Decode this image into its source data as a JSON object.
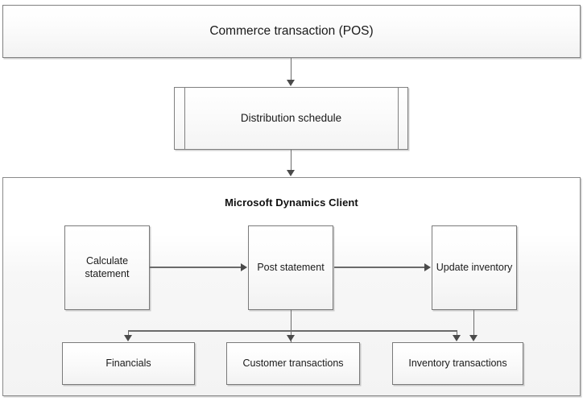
{
  "diagram": {
    "title_node": {
      "label": "Commerce transaction (POS)"
    },
    "schedule_node": {
      "label": "Distribution schedule"
    },
    "client_container": {
      "title": "Microsoft Dynamics Client",
      "process_nodes": [
        {
          "id": "calculate-statement",
          "label": "Calculate statement"
        },
        {
          "id": "post-statement",
          "label": "Post statement"
        },
        {
          "id": "update-inventory",
          "label": "Update inventory"
        }
      ],
      "result_nodes": [
        {
          "id": "financials",
          "label": "Financials"
        },
        {
          "id": "customer-transactions",
          "label": "Customer transactions"
        },
        {
          "id": "inventory-transactions",
          "label": "Inventory transactions"
        }
      ]
    },
    "colors": {
      "border": "#808080",
      "connector": "#6b6b6b",
      "arrowhead": "#4a4a4a",
      "text": "#1a1a1a",
      "background": "#ffffff"
    }
  }
}
